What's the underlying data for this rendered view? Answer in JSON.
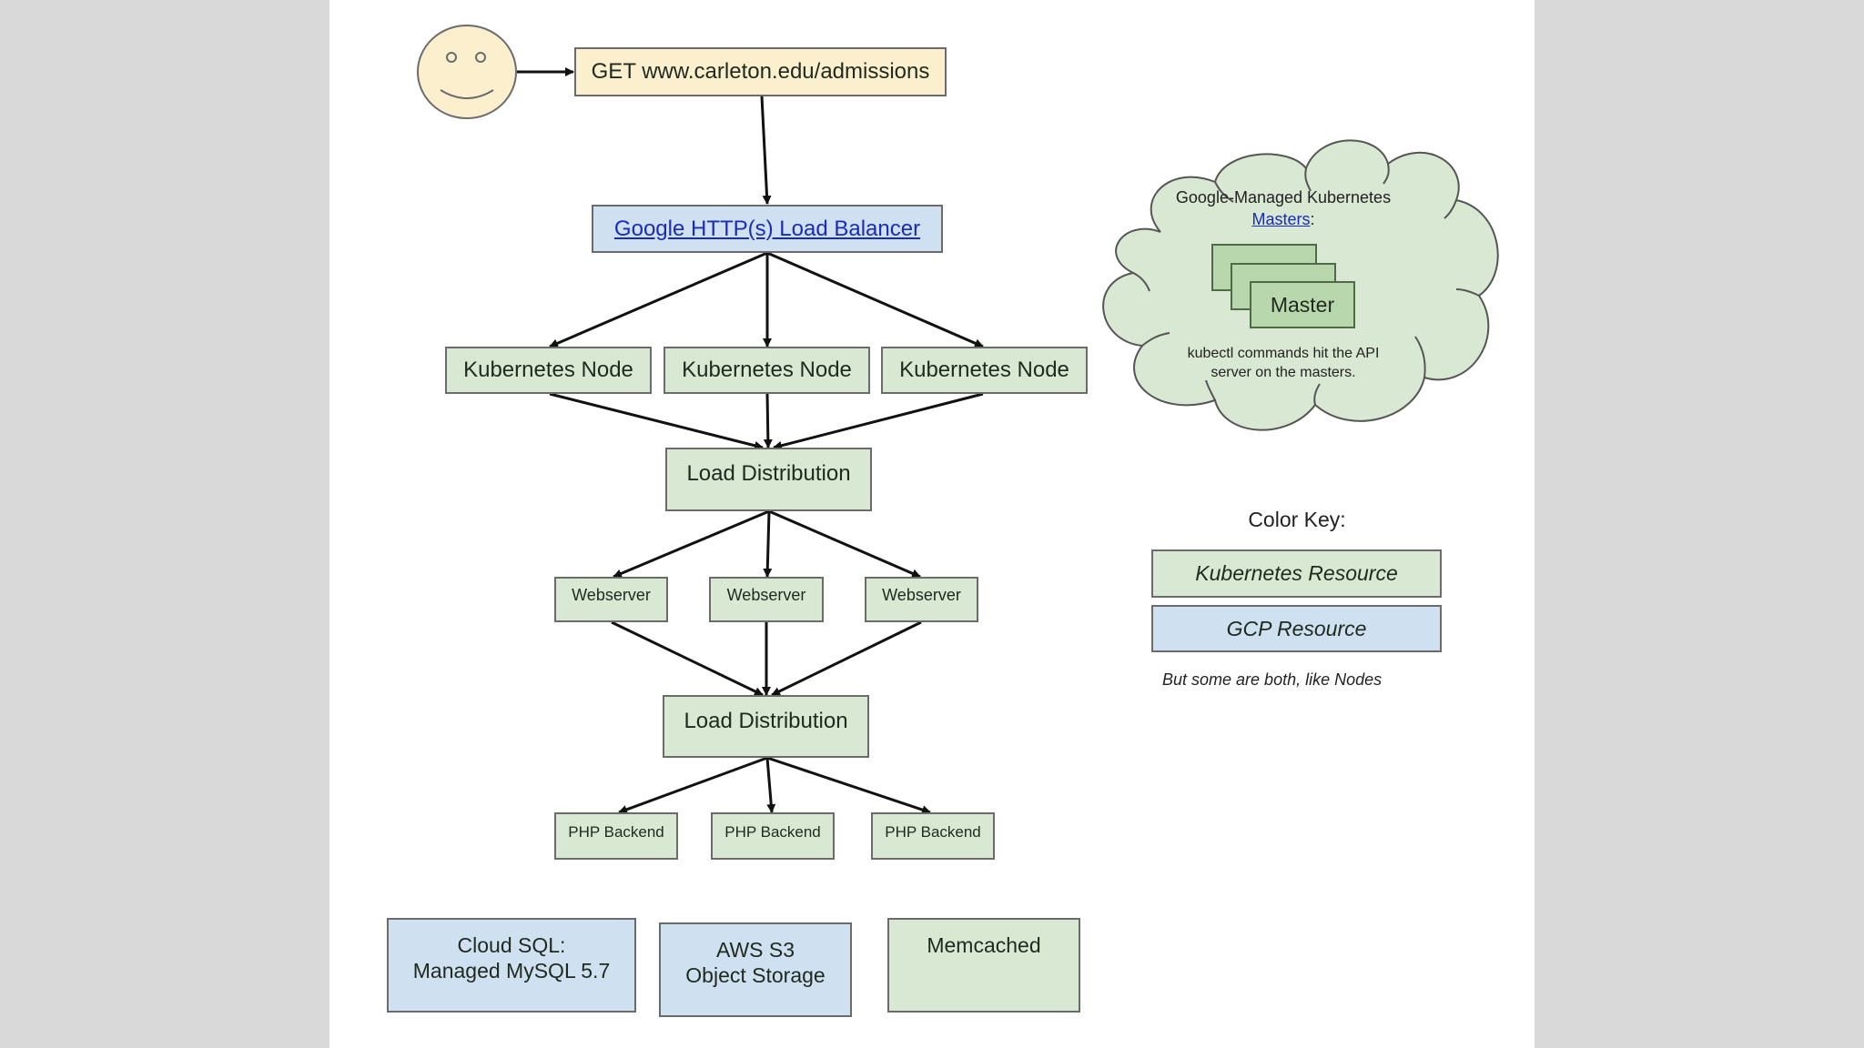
{
  "diagram": {
    "user": {
      "icon": "smiley-face-icon"
    },
    "request": {
      "label": "GET www.carleton.edu/admissions"
    },
    "load_balancer": {
      "label": "Google HTTP(s) Load Balancer"
    },
    "k8s_nodes": [
      {
        "label": "Kubernetes Node"
      },
      {
        "label": "Kubernetes Node"
      },
      {
        "label": "Kubernetes Node"
      }
    ],
    "load_distribution_1": {
      "label": "Load Distribution"
    },
    "webservers": [
      {
        "label": "Webserver"
      },
      {
        "label": "Webserver"
      },
      {
        "label": "Webserver"
      }
    ],
    "load_distribution_2": {
      "label": "Load Distribution"
    },
    "php_backends": [
      {
        "label": "PHP Backend"
      },
      {
        "label": "PHP Backend"
      },
      {
        "label": "PHP Backend"
      }
    ],
    "storage": {
      "cloud_sql": {
        "line1": "Cloud SQL:",
        "line2": "Managed MySQL 5.7"
      },
      "s3": {
        "line1": "AWS S3",
        "line2": "Object Storage"
      },
      "memcached": {
        "label": "Memcached"
      }
    },
    "masters_cloud": {
      "title": "Google-Managed Kubernetes",
      "link_text": "Masters",
      "link_suffix": ":",
      "master_label": "Master",
      "caption_line1": "kubectl commands hit the API",
      "caption_line2": "server on the masters."
    },
    "color_key": {
      "title": "Color Key:",
      "items": [
        {
          "label": "Kubernetes Resource",
          "color": "#d9e8d2"
        },
        {
          "label": "GCP Resource",
          "color": "#cfe0f0"
        }
      ],
      "note": "But some are both, like Nodes"
    }
  }
}
